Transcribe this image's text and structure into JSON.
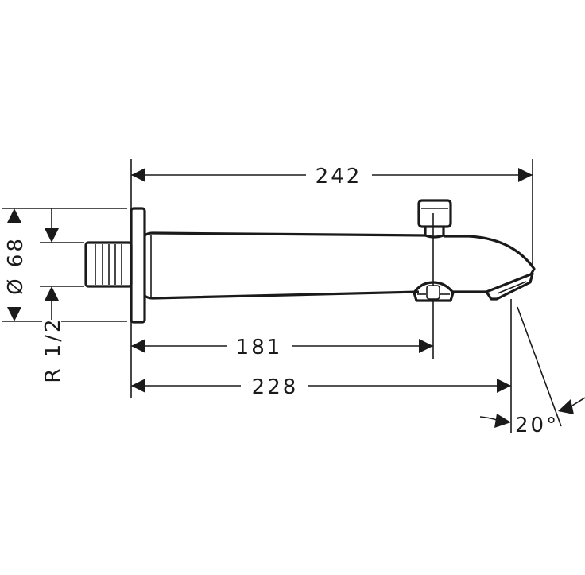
{
  "drawing": {
    "dimensions": {
      "overall_length": "242",
      "diverter_distance": "181",
      "outlet_distance": "228",
      "flange_diameter": "Ø 68",
      "thread": "R 1/2",
      "outlet_angle": "20°"
    }
  }
}
